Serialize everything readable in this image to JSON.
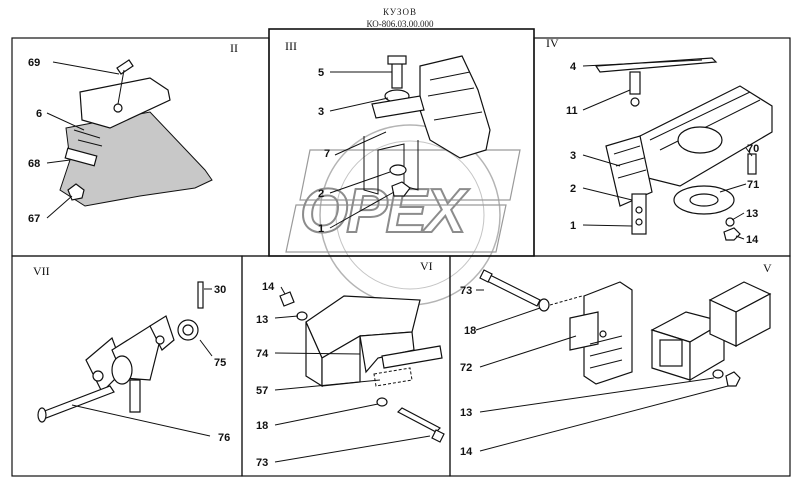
{
  "header": {
    "title": "КУЗОВ",
    "code": "КО-806.03.00.000"
  },
  "watermark": "OPEX",
  "panels": [
    {
      "roman": "II",
      "labels": [
        "69",
        "6",
        "68",
        "67"
      ]
    },
    {
      "roman": "III",
      "labels": [
        "5",
        "3",
        "7",
        "2",
        "1"
      ]
    },
    {
      "roman": "IV",
      "labels": [
        "4",
        "11",
        "3",
        "2",
        "1",
        "70",
        "71",
        "13",
        "14"
      ]
    },
    {
      "roman": "VII",
      "labels": [
        "30",
        "75",
        "76"
      ]
    },
    {
      "roman": "VI",
      "labels": [
        "14",
        "13",
        "74",
        "57",
        "18",
        "73"
      ]
    },
    {
      "roman": "V",
      "labels": [
        "73",
        "18",
        "72",
        "13",
        "14"
      ]
    }
  ],
  "colors": {
    "line": "#111111",
    "watermark": "#8c8c8c",
    "shade": "#c8c8c8"
  }
}
